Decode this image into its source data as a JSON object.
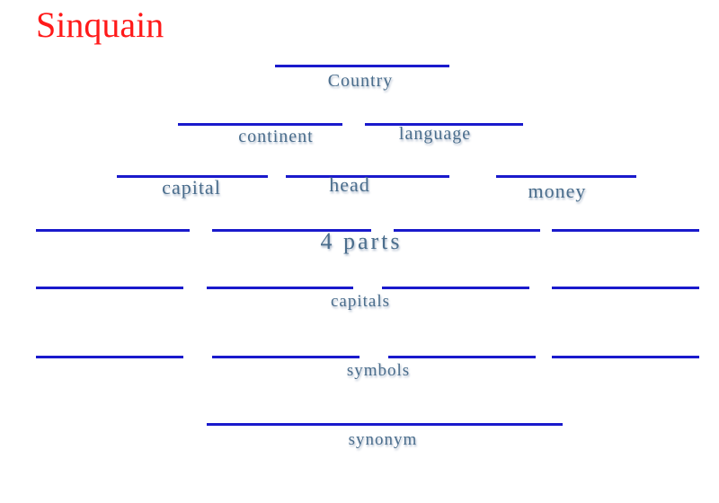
{
  "title": "Sinquain",
  "rows": {
    "row1": {
      "words": [
        "Country"
      ]
    },
    "row2": {
      "words": [
        "continent",
        "language"
      ]
    },
    "row3": {
      "words": [
        "capital",
        "head",
        "money"
      ]
    },
    "row4": {
      "words": [
        "4 parts"
      ]
    },
    "row5": {
      "words": [
        "capitals"
      ]
    },
    "row6": {
      "words": [
        "symbols"
      ]
    },
    "row7": {
      "words": [
        "synonym"
      ]
    }
  },
  "colors": {
    "title": "#ff1a1a",
    "line": "#1a1acc",
    "text": "#4a6d8c"
  }
}
